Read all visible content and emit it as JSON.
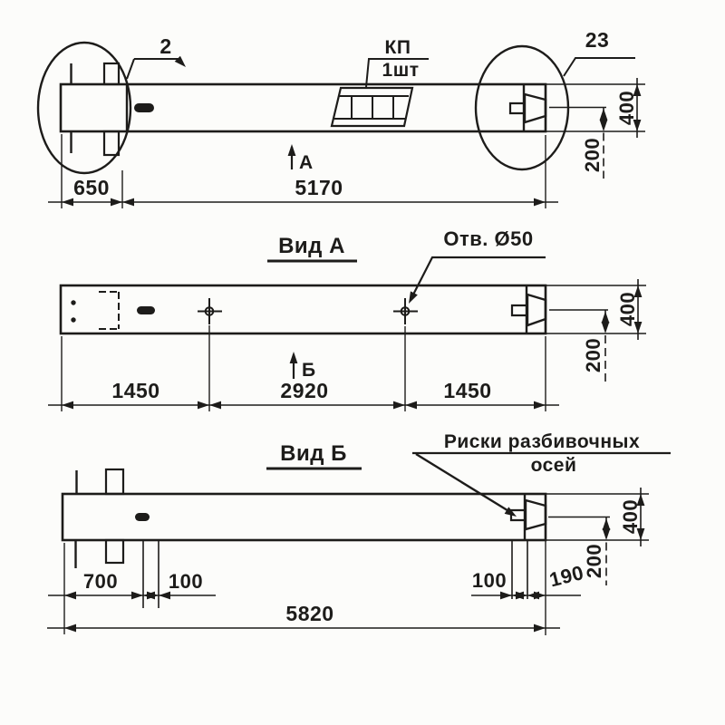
{
  "colors": {
    "ink": "#1d1c1a",
    "paper": "#fcfcfa"
  },
  "side": {
    "callout_2": "2",
    "callout_23": "23",
    "kp_label": "КП",
    "kp_qty": "1шт",
    "arrow_label": "А",
    "dim_650": "650",
    "dim_5170": "5170",
    "dim_400": "400",
    "dim_200": "200"
  },
  "view_a": {
    "title": "Вид А",
    "hole_label": "Отв. Ø50",
    "arrow_label": "Б",
    "dim_1450_left": "1450",
    "dim_2920": "2920",
    "dim_1450_right": "1450",
    "dim_400": "400",
    "dim_200": "200"
  },
  "view_b": {
    "title": "Вид Б",
    "risk_line1": "Риски разбивочных",
    "risk_line2": "осей",
    "dim_700": "700",
    "dim_100_left": "100",
    "dim_100_right": "100",
    "dim_190": "190",
    "dim_400": "400",
    "dim_200": "200",
    "dim_5820": "5820"
  }
}
